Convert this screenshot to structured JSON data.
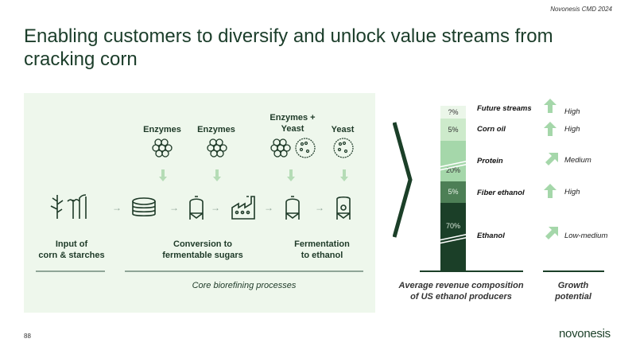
{
  "header": {
    "event": "Novonesis CMD 2024"
  },
  "title": "Enabling customers to diversify and unlock value streams from cracking corn",
  "process": {
    "inputs": [
      "Enzymes",
      "Enzymes",
      "Enzymes +\nYeast",
      "Yeast"
    ],
    "stages": [
      "Input of\ncorn & starches",
      "Conversion to\nfermentable sugars",
      "Fermentation\nto ethanol"
    ],
    "group_label": "Core biorefining processes"
  },
  "chart_data": {
    "type": "bar",
    "title": "Average revenue composition of US ethanol producers",
    "categories": [
      "Ethanol",
      "Fiber ethanol",
      "Protein",
      "Corn oil",
      "Future streams"
    ],
    "values": [
      "70%",
      "5%",
      "20%",
      "5%",
      "?%"
    ],
    "growth_title": "Growth potential",
    "growth": [
      "Low-medium",
      "High",
      "Medium",
      "High",
      "High"
    ],
    "colors": [
      "#1b3f28",
      "#4d7f56",
      "#a5d7aa",
      "#cdeacb",
      "#ebf6e9"
    ]
  },
  "footer": {
    "page": "88",
    "logo": "novonesis"
  }
}
